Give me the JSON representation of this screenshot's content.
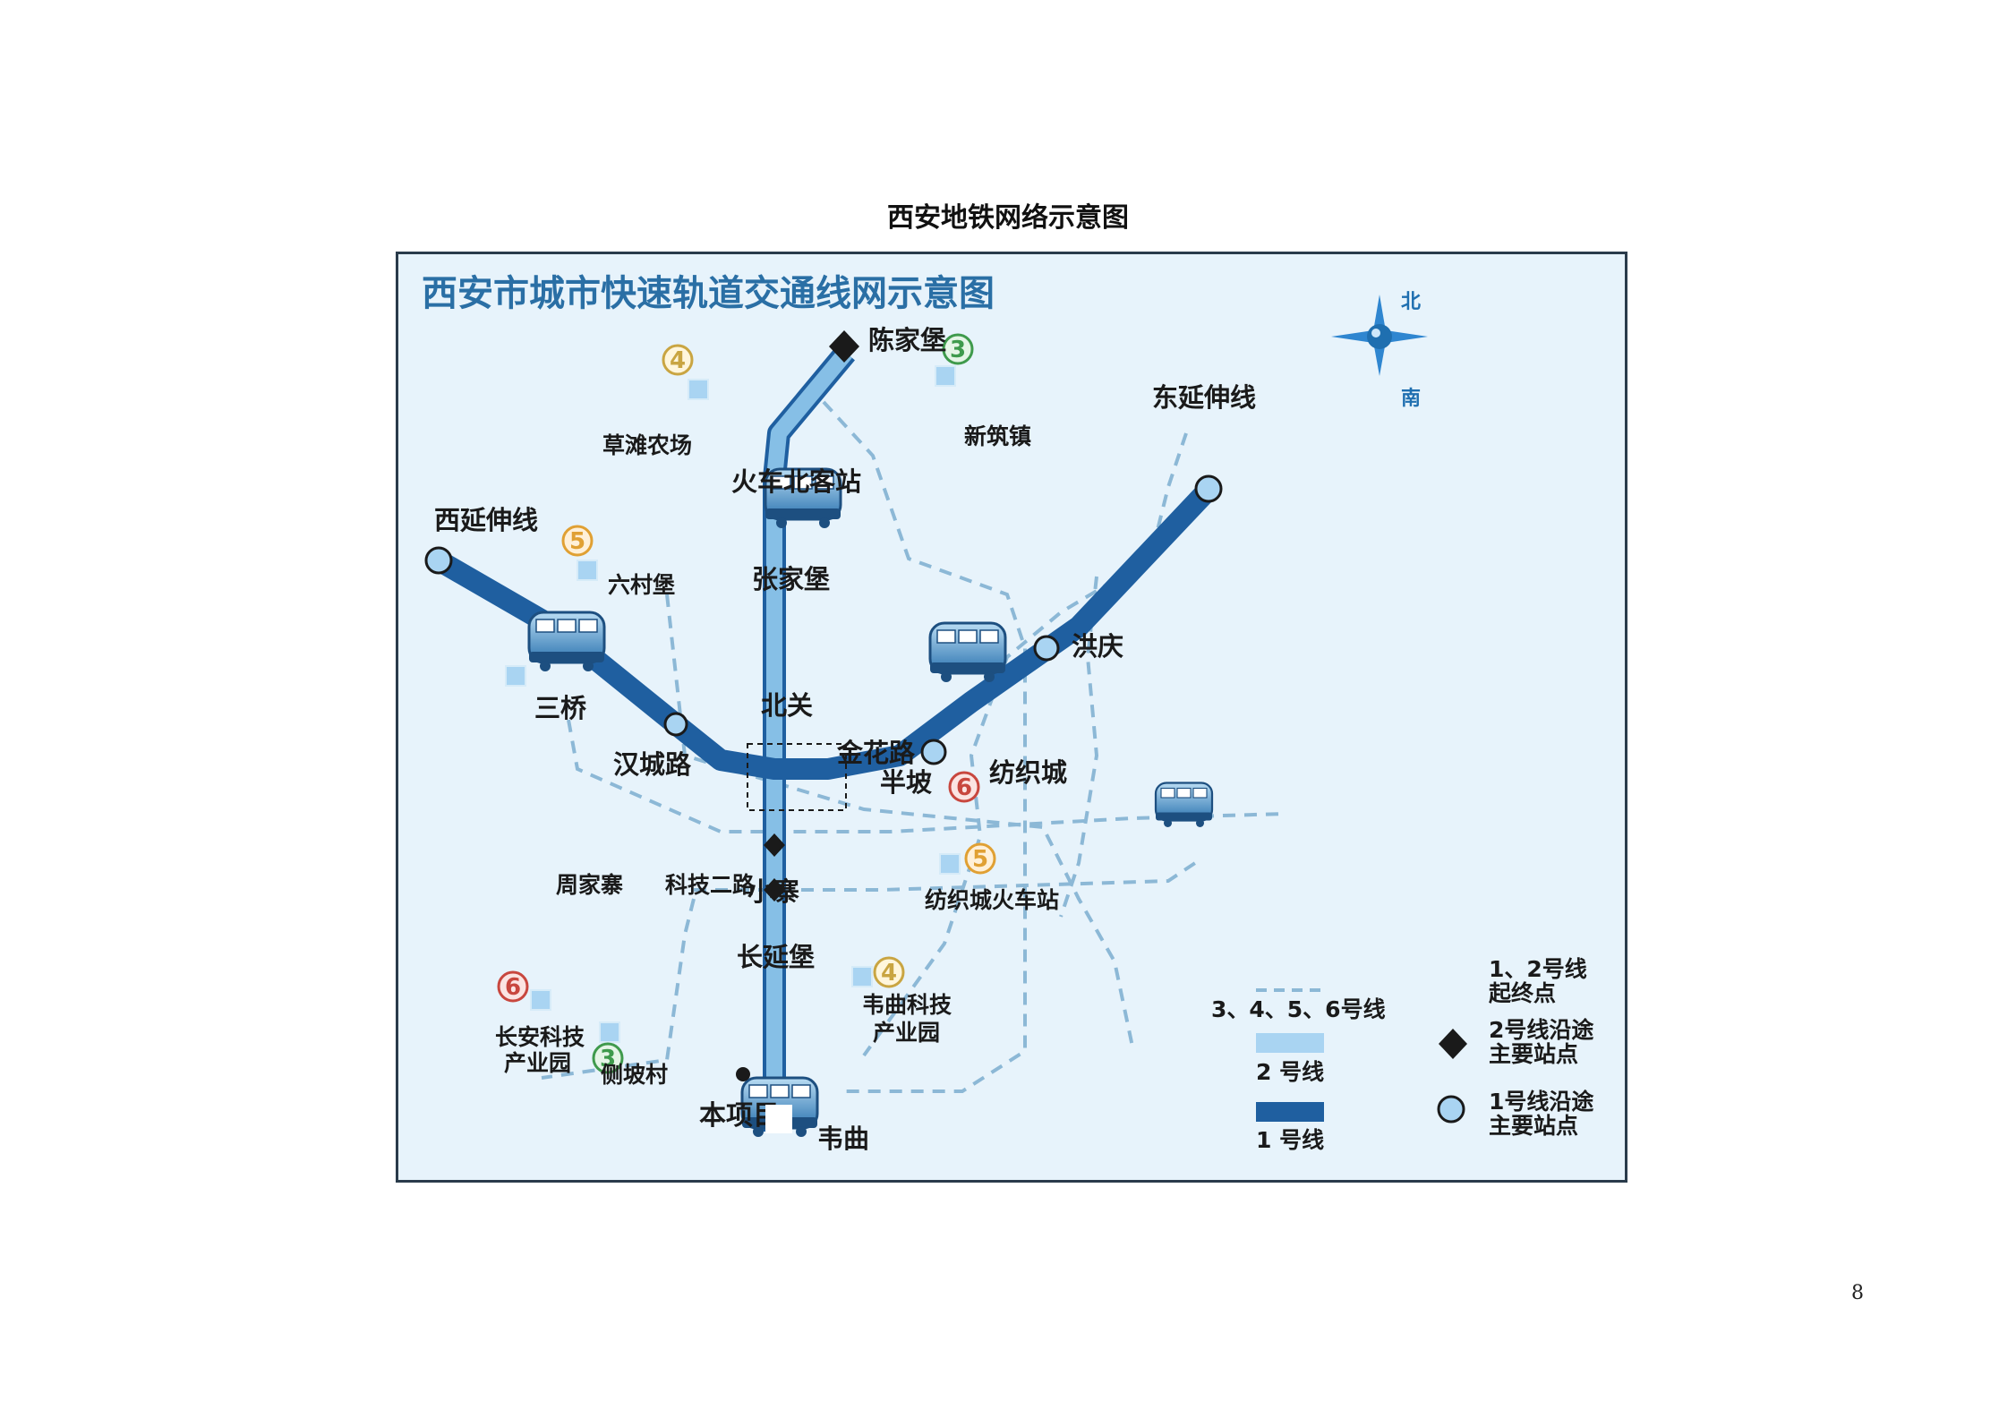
{
  "page": {
    "title": "西安地铁网络示意图",
    "page_number": "8"
  },
  "map": {
    "title": "西安市城市快速轨道交通线网示意图",
    "compass": {
      "north": "北",
      "south": "南"
    },
    "line1_stations": {
      "west_ext": "西延伸线",
      "sanqiao": "三桥",
      "hanchenglu": "汉城路",
      "jinhualu": "金花路",
      "banpo": "半坡",
      "hongqing": "洪庆",
      "east_ext": "东延伸线"
    },
    "line2_stations": {
      "chenjiabao": "陈家堡",
      "huochebei": "火车北客站",
      "zhangjiabao": "张家堡",
      "beiguan": "北关",
      "xiaozhai": "小寨",
      "changyanbao": "长延堡",
      "weiqu": "韦曲"
    },
    "other_stations": {
      "caotan": "草滩农场",
      "xinzhu": "新筑镇",
      "liucun": "六村堡",
      "fangzhicheng": "纺织城",
      "zhoujiazhai": "周家寨",
      "kejierlu": "科技二路",
      "fangzhi_station": "纺织城火车站",
      "weiqu_park": "韦曲科技\n产业园",
      "changan_park": "长安科技\n产业园",
      "cebocun": "侧坡村"
    },
    "project_label": "本项目",
    "line_badges": {
      "caotan": "4",
      "xinzhu": "3",
      "liucun": "5",
      "fangzhicheng": "6",
      "fangzhi_station": "5",
      "weiqu_park": "4",
      "changan_park": "6",
      "cebocun": "3"
    },
    "legend": {
      "dashed": "3、4、5、6号线",
      "line2": "2 号线",
      "line1": "1 号线",
      "terminus": "1、2号线\n起终点",
      "line2_major": "2号线沿途\n主要站点",
      "line1_major": "1号线沿途\n主要站点"
    },
    "colors": {
      "line1": "#1f5fa0",
      "line2": "#86bfe6",
      "dashed": "#8cb8d6",
      "badge_line3": "#3f9a4c",
      "badge_line4": "#c9a542",
      "badge_line5": "#e0a033",
      "badge_line6": "#c8473e",
      "map_background": "#e7f3fb"
    }
  }
}
